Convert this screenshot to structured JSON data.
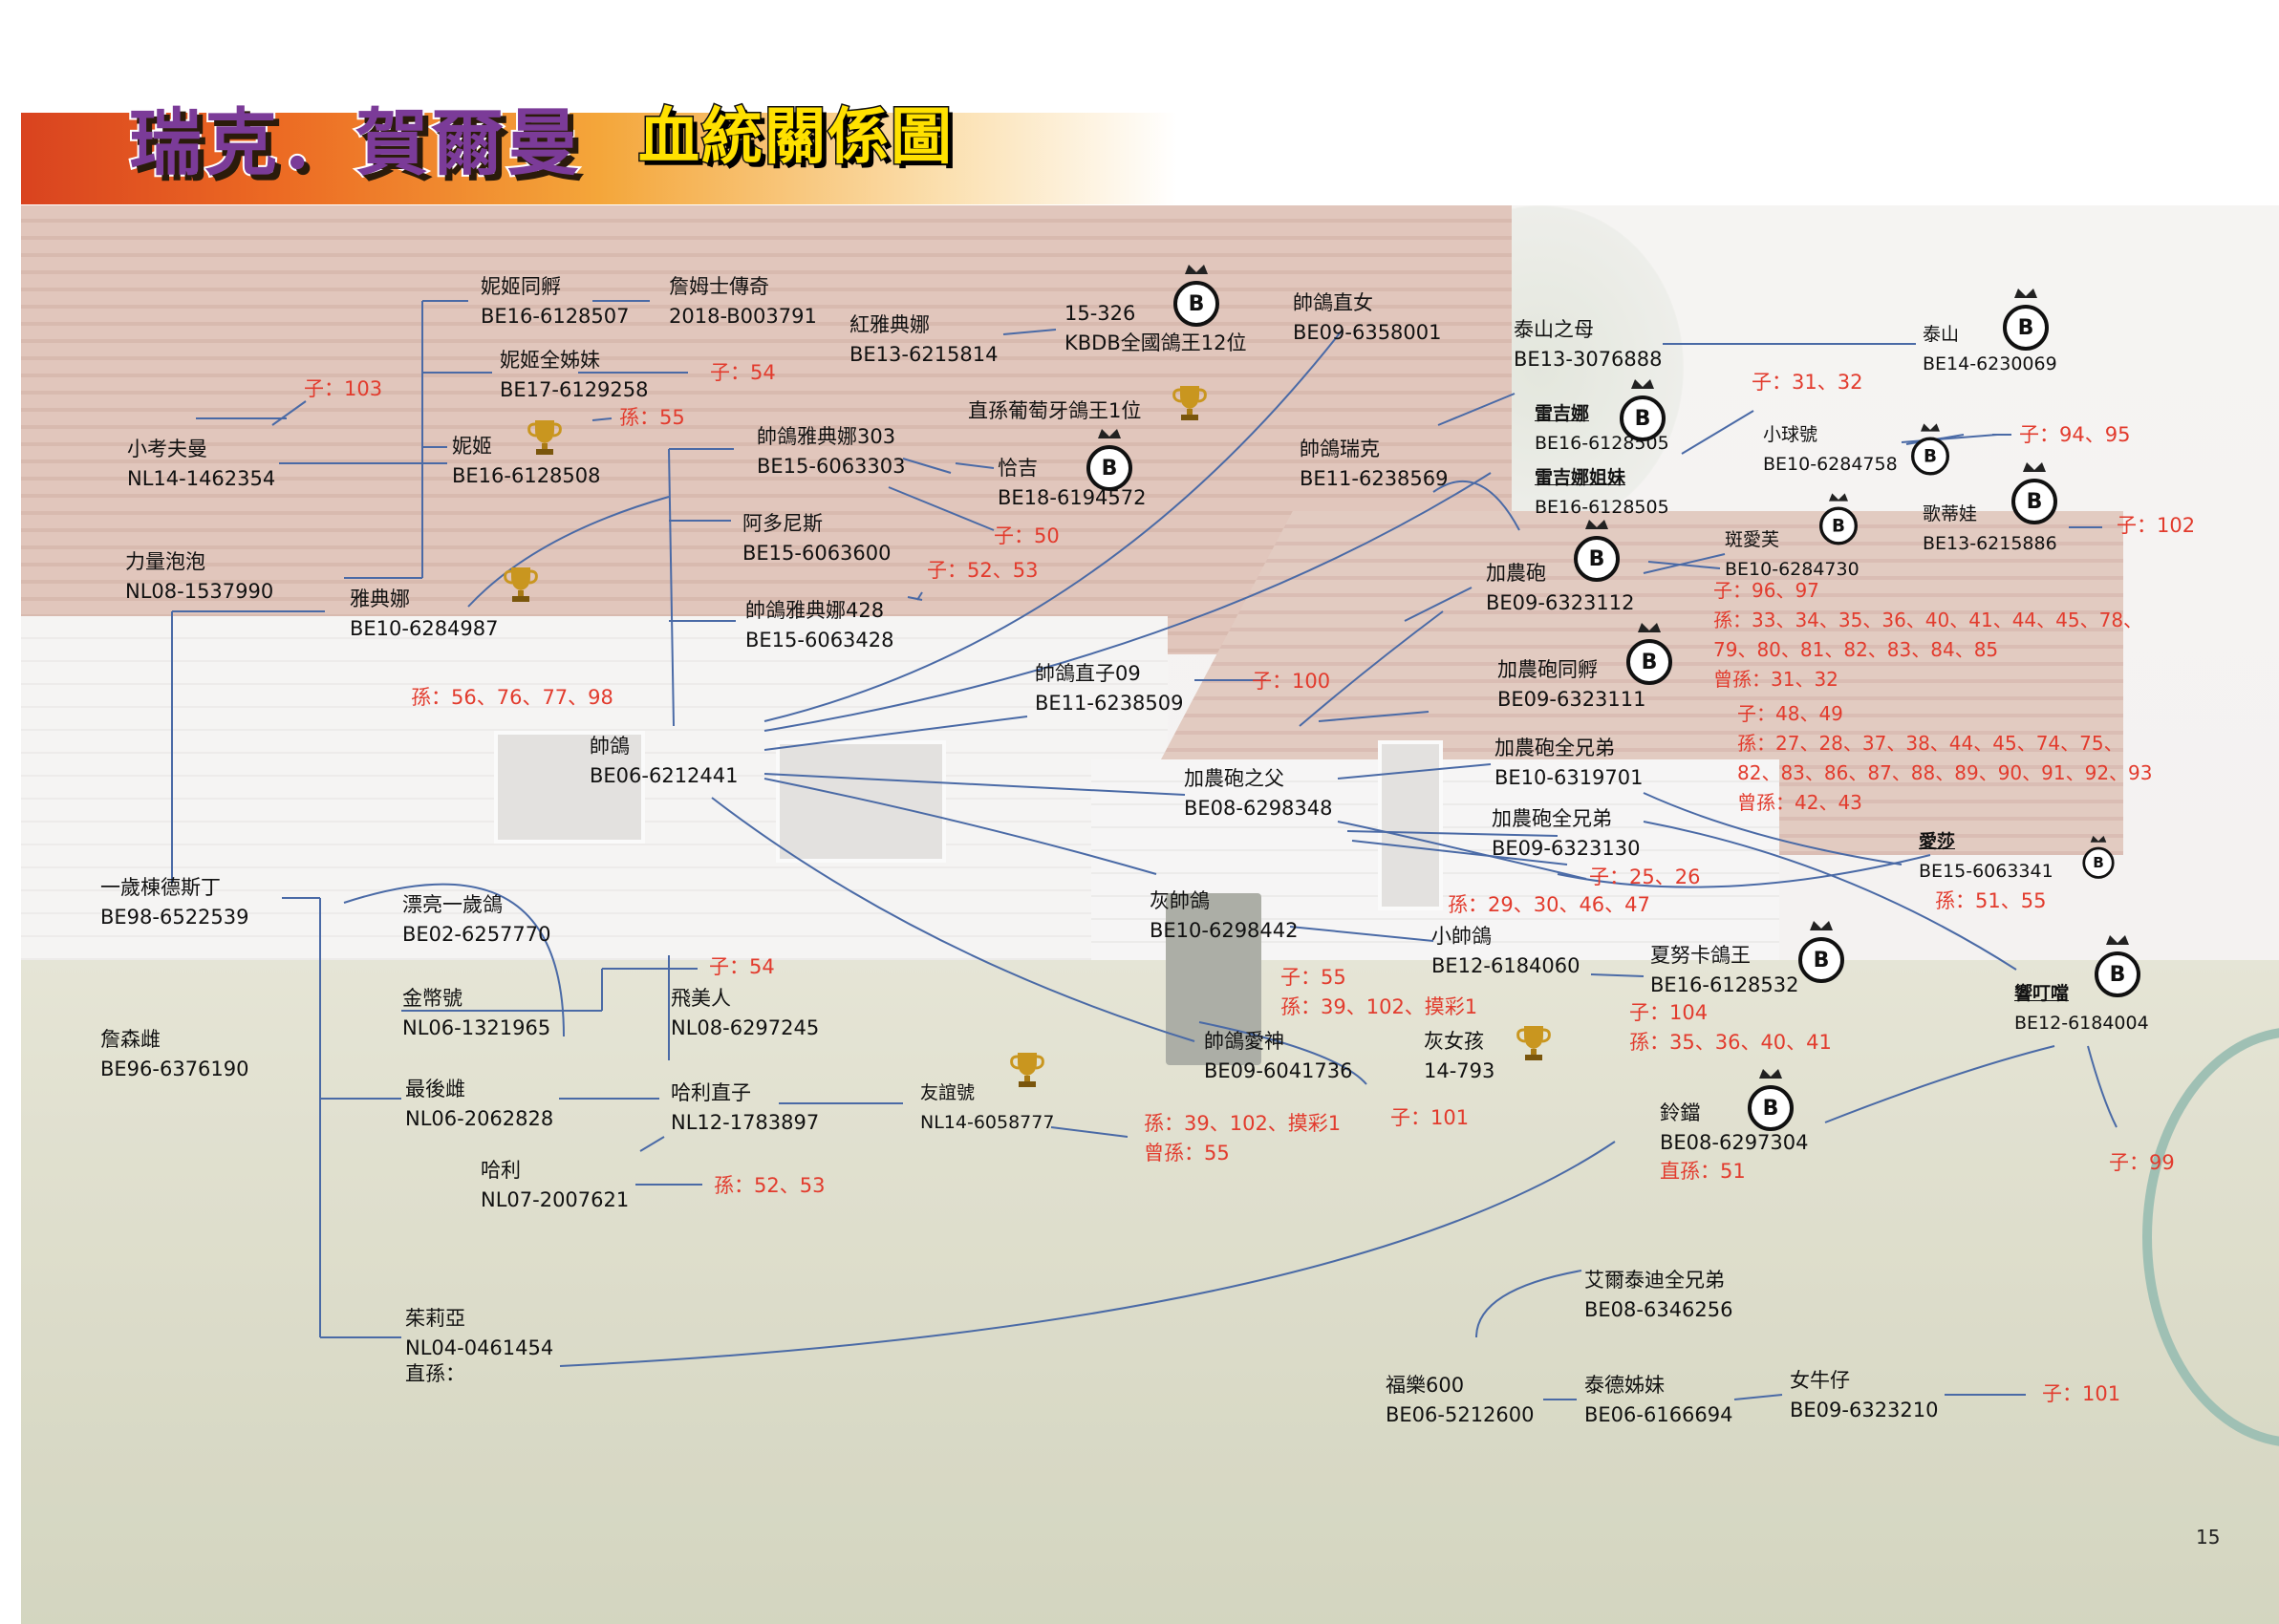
{
  "title": {
    "name": "瑞克．賀爾曼",
    "subtitle": "血統關係圖"
  },
  "page_number": "15",
  "colors": {
    "node_text": "#111111",
    "annotation": "#e23b2d",
    "line": "#4a6aa6",
    "title_purple": "#7b3b98",
    "title_yellow": "#ffe100"
  },
  "nodes": {
    "nijidong": {
      "name": "妮姬同孵",
      "ring": "BE16-6128507"
    },
    "james": {
      "name": "詹姆士傳奇",
      "ring": "2018-B003791"
    },
    "nijiqx": {
      "name": "妮姬全姊妹",
      "ring": "BE17-6129258"
    },
    "niji": {
      "name": "妮姬",
      "ring": "BE16-6128508"
    },
    "xiaokao": {
      "name": "小考夫曼",
      "ring": "NL14-1462354"
    },
    "liliang": {
      "name": "力量泡泡",
      "ring": "NL08-1537990"
    },
    "yadianna": {
      "name": "雅典娜",
      "ring": "BE10-6284987"
    },
    "hongya": {
      "name": "紅雅典娜",
      "ring": "BE13-6215814"
    },
    "kbdb": {
      "name": "15-326",
      "ring": "KBDB全國鴿王12位"
    },
    "shuaiyadianna303": {
      "name": "帥鴿雅典娜303",
      "ring": "BE15-6063303"
    },
    "portugal": {
      "name": "直孫葡萄牙鴿王1位",
      "ring": ""
    },
    "qiaji": {
      "name": "恰吉",
      "ring": "BE18-6194572"
    },
    "aduonisi": {
      "name": "阿多尼斯",
      "ring": "BE15-6063600"
    },
    "shuaiyadianna428": {
      "name": "帥鴿雅典娜428",
      "ring": "BE15-6063428"
    },
    "shuaige": {
      "name": "帥鴿",
      "ring": "BE06-6212441"
    },
    "shuaizhinv": {
      "name": "帥鴿直女",
      "ring": "BE09-6358001"
    },
    "shuairuike": {
      "name": "帥鴿瑞克",
      "ring": "BE11-6238569"
    },
    "shuaizhizi09": {
      "name": "帥鴿直子09",
      "ring": "BE11-6238509"
    },
    "taishanzhimu": {
      "name": "泰山之母",
      "ring": "BE13-3076888"
    },
    "taishan": {
      "name": "泰山",
      "ring": "BE14-6230069"
    },
    "leijina": {
      "name": "雷吉娜",
      "ring": "BE16-6128505"
    },
    "leijinajiemei": {
      "name": "雷吉娜姐妹",
      "ring": "BE16-6128505"
    },
    "xiaoqiu": {
      "name": "小球號",
      "ring": "BE10-6284758"
    },
    "gedinuo": {
      "name": "歌蒂娃",
      "ring": "BE13-6215886"
    },
    "banaifu": {
      "name": "斑愛芙",
      "ring": "BE10-6284730"
    },
    "jianongpao": {
      "name": "加農砲",
      "ring": "BE09-6323112"
    },
    "jianongpaotong": {
      "name": "加農砲同孵",
      "ring": "BE09-6323111"
    },
    "jianongpaoqx1": {
      "name": "加農砲全兄弟",
      "ring": "BE10-6319701"
    },
    "jianongpaoqx2": {
      "name": "加農砲全兄弟",
      "ring": "BE09-6323130"
    },
    "jianongpaofu": {
      "name": "加農砲之父",
      "ring": "BE08-6298348"
    },
    "aisha": {
      "name": "愛莎",
      "ring": "BE15-6063341"
    },
    "huishuaige": {
      "name": "灰帥鴿",
      "ring": "BE10-6298442"
    },
    "xiaoshuaige": {
      "name": "小帥鴿",
      "ring": "BE12-6184060"
    },
    "xianuka": {
      "name": "夏努卡鴿王",
      "ring": "BE16-6128532"
    },
    "xiangdingdang": {
      "name": "響叮噹",
      "ring": "BE12-6184004"
    },
    "shuaiaishen": {
      "name": "帥鴿愛神",
      "ring": "BE09-6041736"
    },
    "huinvhai": {
      "name": "灰女孩",
      "ring": "14-793"
    },
    "lingdang": {
      "name": "鈴鐺",
      "ring": "BE08-6297304"
    },
    "yisuide": {
      "name": "一歲棟德斯丁",
      "ring": "BE98-6522539"
    },
    "piaoliang": {
      "name": "漂亮一歲鴿",
      "ring": "BE02-6257770"
    },
    "jinbi": {
      "name": "金幣號",
      "ring": "NL06-1321965"
    },
    "feimeiren": {
      "name": "飛美人",
      "ring": "NL08-6297245"
    },
    "zhansen": {
      "name": "詹森雌",
      "ring": "BE96-6376190"
    },
    "zuihou": {
      "name": "最後雌",
      "ring": "NL06-2062828"
    },
    "halizhizi": {
      "name": "哈利直子",
      "ring": "NL12-1783897"
    },
    "youyi": {
      "name": "友誼號",
      "ring": "NL14-6058777"
    },
    "hali": {
      "name": "哈利",
      "ring": "NL07-2007621"
    },
    "moliya": {
      "name": "茱莉亞",
      "ring": "NL04-0461454"
    },
    "aier": {
      "name": "艾爾泰迪全兄弟",
      "ring": "BE08-6346256"
    },
    "fule": {
      "name": "福樂600",
      "ring": "BE06-5212600"
    },
    "taide": {
      "name": "泰德姊妹",
      "ring": "BE06-6166694"
    },
    "nvniuzai": {
      "name": "女牛仔",
      "ring": "BE09-6323210"
    }
  },
  "notes": {
    "niji_zi": "子：103",
    "nijiqx_zi": "子：54",
    "niji_sun": "孫：55",
    "yadianna_sun": "孫：56、76、77、98",
    "qiaji_zi": "子：50",
    "shuai303_zi": "子：52、53",
    "zhizi09_zi": "子：100",
    "taishanmu_zi": "子：31、32",
    "xiaoqiu_zi": "子：94、95",
    "gedinuo_zi": "子：102",
    "jianongpao_block1": "子：96、97\n孫：33、34、35、36、40、41、44、45、78、\n79、80、81、82、83、84、85\n曾孫：31、32",
    "jianongpao_block2": "子：48、49\n孫：27、28、37、38、44、45、74、75、\n82、83、86、87、88、89、90、91、92、93\n曾孫：42、43",
    "quanxiong_zi": "子：25、26",
    "fu_sun": "孫：29、30、46、47",
    "aisha_sun": "孫：51、55",
    "huishuai_block": "子：55\n孫：39、102、摸彩1",
    "xiaoshuai_block": "子：104\n孫：35、36、40、41",
    "aishen_zi": "子：101",
    "lingdang_zhisun": "直孫：51",
    "xiangding_zi": "子：99",
    "jinbi_zi": "子：54",
    "youyi_block": "孫：39、102、摸彩1\n曾孫：55",
    "hali_sun": "孫：52、53",
    "moliya_zhisun": "直孫：",
    "nvniuzai_zi": "子：101"
  }
}
